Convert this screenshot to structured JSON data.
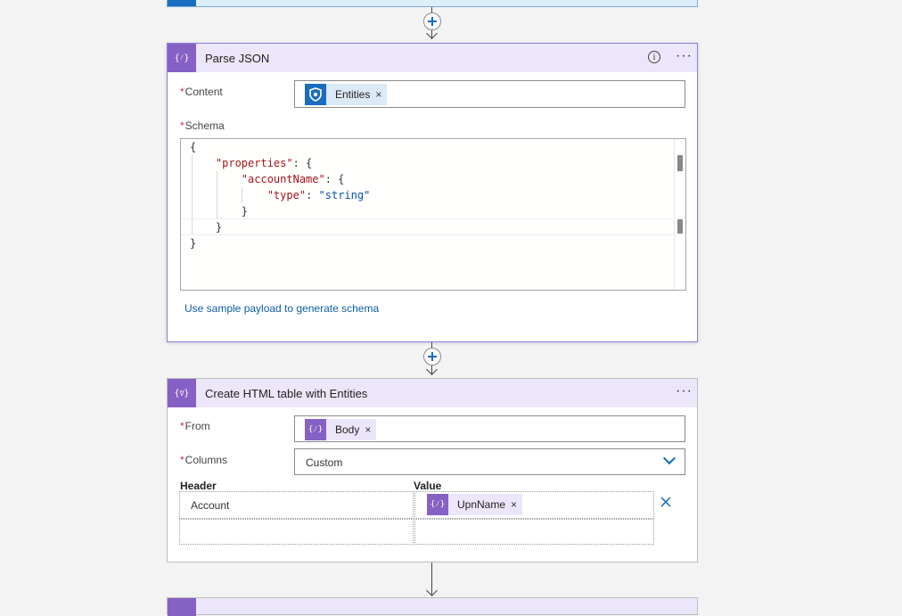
{
  "colors": {
    "accent": "#8661c5",
    "header_bg": "#ece6fa",
    "link": "#0f5ea8",
    "defender_icon": "#1b6dbf",
    "required": "#c4314b"
  },
  "parse_json": {
    "title": "Parse JSON",
    "icon": "data-operation-icon",
    "content_label": "Content",
    "content_token": {
      "label": "Entities",
      "icon": "defender-shield-icon"
    },
    "schema_label": "Schema",
    "schema_lines": [
      {
        "t": "{"
      },
      {
        "k": "\"properties\"",
        "rest": ": {"
      },
      {
        "k": "\"accountName\"",
        "rest": ": {"
      },
      {
        "k": "\"type\"",
        "rest": ": ",
        "s": "\"string\""
      },
      {
        "t": "}"
      },
      {
        "t": "}"
      },
      {
        "t": "}"
      }
    ],
    "sample_link": "Use sample payload to generate schema"
  },
  "html_table": {
    "title": "Create HTML table with Entities",
    "icon": "data-operation-icon",
    "from_label": "From",
    "from_token": {
      "label": "Body"
    },
    "columns_label": "Columns",
    "columns_value": "Custom",
    "header_col": "Header",
    "value_col": "Value",
    "rows": [
      {
        "header": "Account",
        "value_token": "UpnName"
      }
    ]
  },
  "required_mark": "*",
  "token_remove": "×"
}
